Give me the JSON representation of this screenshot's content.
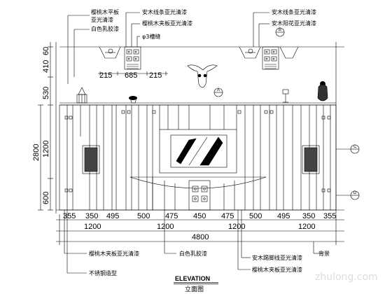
{
  "labels_top": {
    "l1": "樱桃木平板",
    "l2": "亚光清漆",
    "l3": "白色乳胶漆",
    "l4": "安木线条亚光清漆",
    "l5": "樱桃木夹板亚光清漆",
    "l6": "φ3槽缝",
    "l7": "安木线条亚光清漆",
    "l8": "安木阳花亚光清漆"
  },
  "labels_bottom": {
    "b1": "樱桃木夹板亚光清漆",
    "b2": "不锈钢造型",
    "b3": "白色乳胶漆",
    "b4": "安木踢脚线亚光清漆",
    "b5": "樱桃木夹板亚光清漆",
    "b6": "背景"
  },
  "markers": {
    "a": "A",
    "b": "B",
    "c": "C",
    "d": "D"
  },
  "dims_top": [
    "215",
    "685",
    "215"
  ],
  "dims_vertical": [
    "60",
    "410",
    "530",
    "2800",
    "1200",
    "600"
  ],
  "dims_row1": [
    "355",
    "350",
    "495",
    "500",
    "475",
    "450",
    "475",
    "500",
    "495",
    "350",
    "355"
  ],
  "dims_row2": [
    "1200",
    "1200",
    "1200",
    "1200"
  ],
  "dims_total": "4800",
  "title": "ELEVATION",
  "subtitle": "立面图",
  "watermark": "zhulong.com"
}
